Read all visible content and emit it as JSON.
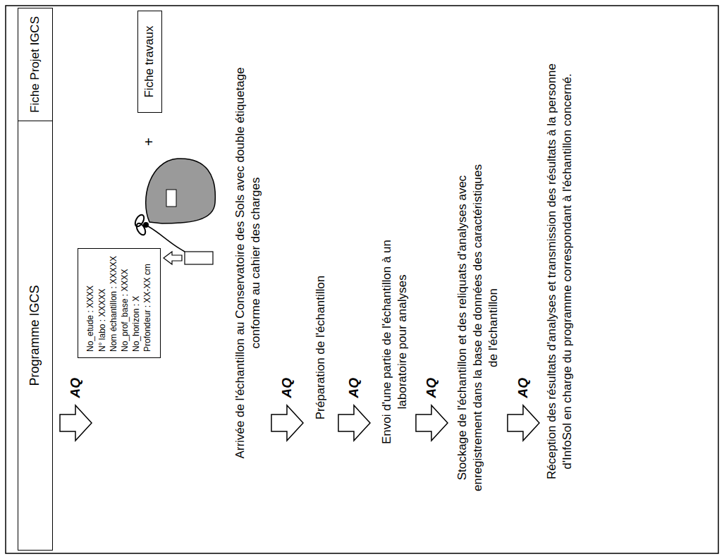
{
  "diagram": {
    "nodes": [
      {
        "text": [
          "Programme IGCS"
        ]
      },
      {
        "text": [
          "Fiche Projet IGCS"
        ]
      },
      {
        "text": [
          "Fiche travaux"
        ]
      },
      {
        "text": [
          "No_etude : XXXX",
          "N° labo : XXXXX",
          "Nom échantillon : XXXXX",
          "No_prof_base : XXXX",
          "No_horizon : X",
          "Profondeur : XX-XX cm"
        ]
      }
    ],
    "labels": [
      "AQ",
      "+",
      "Arrivée de l'échantillon au Conservatoire des Sols avec double étiquetage conforme au cahier des charges",
      "AQ",
      "Préparation de l'échantillon",
      "AQ",
      "Envoi d'une partie de l'échantillon à un laboratoire pour analyses",
      "AQ",
      "Stockage de l'échantillon et des reliquats d'analyses avec enregistrement dans la base de données des caractéristiques de l'échantillon",
      "AQ",
      "Réception des résultats d'analyses et transmission des résultats à la personne d'InfoSol en charge du programme correspondant à l'échantillon concerné."
    ]
  }
}
